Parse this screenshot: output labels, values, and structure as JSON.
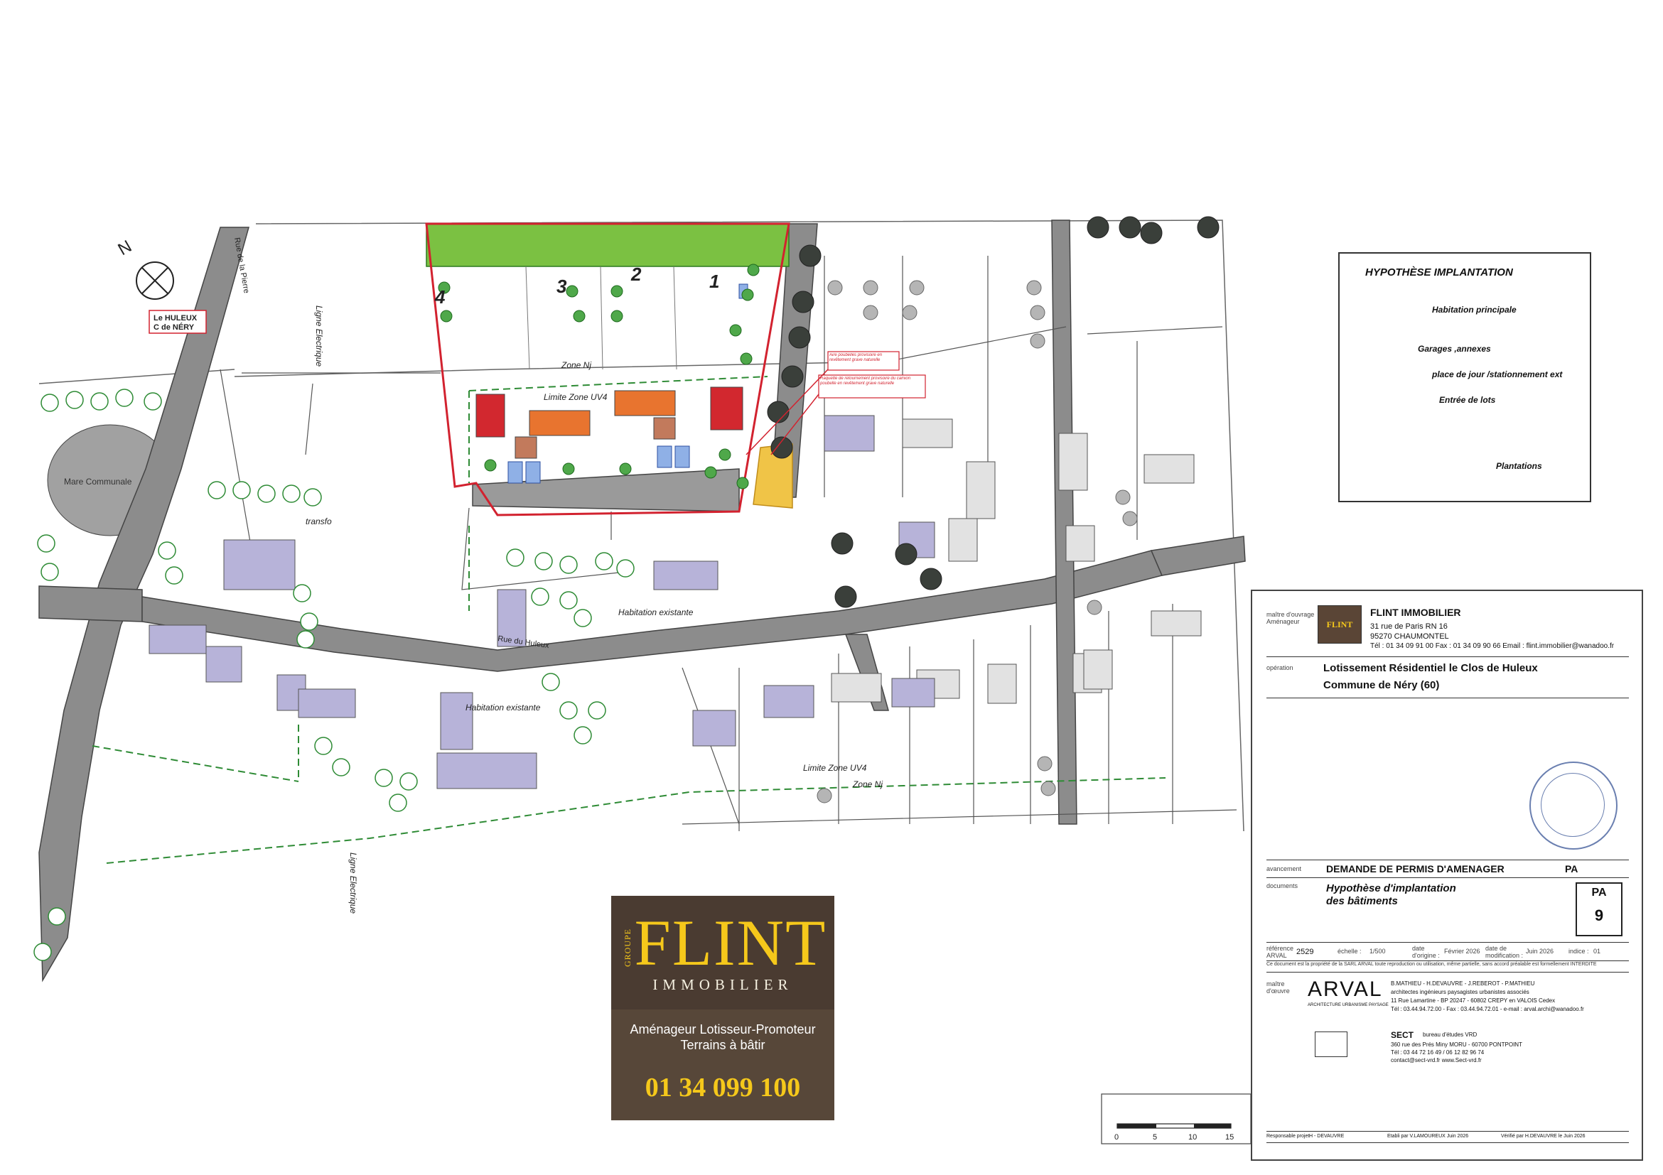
{
  "north": "N",
  "place_tag": {
    "line1": "Le HULEUX",
    "line2": "C de NÉRY"
  },
  "map_labels": {
    "ligne_elec_top": "Ligne Electrique",
    "ligne_elec_bottom": "Ligne Electrique",
    "mare": "Mare Communale",
    "lot4": "4",
    "lot3": "3",
    "lot2": "2",
    "lot1": "1",
    "zone_nj_top": "Zone Nj",
    "limite_top": "Limite Zone UV4",
    "transfo": "transfo",
    "habitation1": "Habitation existante",
    "habitation2": "Habitation existante",
    "limite_bottom": "Limite Zone UV4",
    "zone_nj_bottom": "Zone Nj",
    "note1": "Aire poubelles provisoire en revêtement grave naturelle",
    "note2": "Raquette de retournement provisoire du camion poubelle en revêtement grave naturelle",
    "rue": "Rue du Huleux",
    "rue2": "Rue de la Pierre"
  },
  "legend": {
    "title": "HYPOTHÈSE IMPLANTATION",
    "items": [
      {
        "label": "Habitation principale",
        "color": "#e8742f"
      },
      {
        "label": "Garages ,annexes",
        "color": "#c27a5c"
      },
      {
        "label": "place de jour /stationnement ext",
        "color": "#8fb0e6"
      },
      {
        "label": "Entrée de lots",
        "color": "#2d4fa0"
      },
      {
        "label": "Plantations",
        "color": "#36a044"
      }
    ]
  },
  "cartouche": {
    "maitre_label": "maître d'ouvrage Aménageur",
    "company": "FLINT IMMOBILIER",
    "addr1": "31 rue de Paris  RN 16",
    "addr2": "95270 CHAUMONTEL",
    "tel": "Tél : 01 34 09 91 00   Fax : 01 34 09 90 66   Email : flint.immobilier@wanadoo.fr",
    "operation_label": "opération",
    "operation1": "Lotissement Résidentiel  le Clos de Huleux",
    "operation2": "Commune de Néry (60)",
    "avancement_label": "avancement",
    "avancement": "DEMANDE DE PERMIS D'AMENAGER",
    "pa": "PA",
    "documents_label": "documents",
    "doc1": "Hypothèse d'implantation",
    "doc2": "des bâtiments",
    "pa9a": "PA",
    "pa9b": "9",
    "ref_label": "référence ARVAL",
    "ref": "2529",
    "echelle_label": "échelle :",
    "echelle": "1/500",
    "date_origine_label": "date d'origine :",
    "date_origine": "Février 2026",
    "date_modif_label": "date de modification :",
    "date_modif": "Juin 2026",
    "indice_label": "indice :",
    "indice": "01",
    "copyright": "Ce document est la propriété de la SARL ARVAL toute reproduction ou utilisation, même partielle, sans accord préalable est formellement INTERDITE",
    "maitre_oeuvre_label": "maître d'œuvre",
    "arval": "ARVAL",
    "arval_sub": "ARCHITECTURE URBANISME PAYSAGE",
    "arch_names": "B.MATHIEU  -  H.DEVAUVRE  -  J.REBEROT  -  P.MATHIEU",
    "arch_roles": "architectes   ingénieurs   paysagistes   urbanistes   associés",
    "arch_addr": "11 Rue Lamartine - BP 20247 - 60802 CREPY en VALOIS Cedex",
    "arch_tel": "Tél : 03.44.94.72.00 - Fax : 03.44.94.72.01 - e-mail : arval.archi@wanadoo.fr",
    "sect": "SECT",
    "sect_sub": "bureau d'études VRD",
    "sect_addr": "360 rue des Prés Miny MORU - 60700 PONTPOINT",
    "sect_tel": "Tél : 03 44 72 16 49 / 06 12 82 96 74",
    "sect_mail": "contact@sect-vrd.fr     www.Sect-vrd.fr",
    "scale": [
      "0",
      "5",
      "10",
      "15"
    ],
    "resp_label": "Responsable projet",
    "resp": "H - DEVAUVRE",
    "etabli": "Etabli par V.LAMOUREUX  Juin 2026",
    "verifie": "Vérifié par H.DEVAUVRE le   Juin 2026"
  },
  "ad": {
    "groupe": "GROUPE",
    "brand": "FLINT",
    "immo": "IMMOBILIER",
    "line1": "Aménageur Lotisseur-Promoteur",
    "line2": "Terrains à bâtir",
    "tel": "01 34 099 100"
  }
}
